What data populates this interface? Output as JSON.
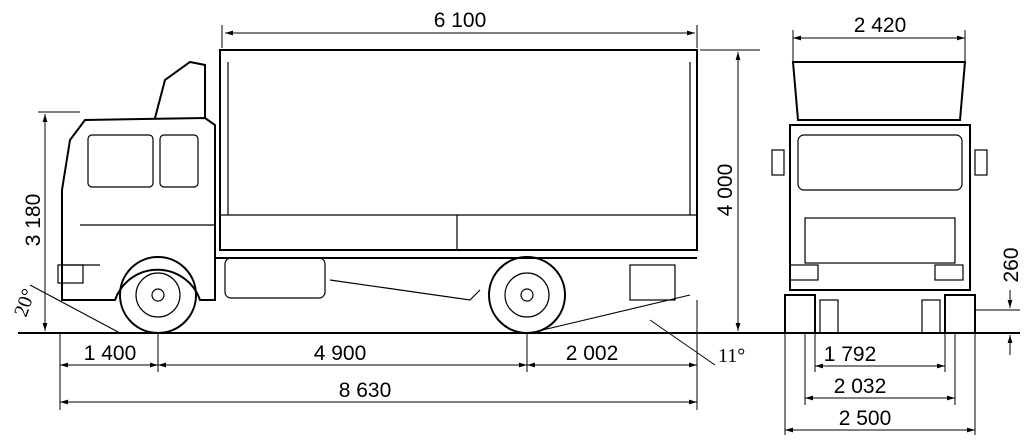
{
  "side_view": {
    "overall_body_length": "6 100",
    "overall_height": "4 000",
    "cab_height": "3 180",
    "approach_angle": "20°",
    "front_overhang": "1 400",
    "wheelbase": "4 900",
    "rear_overhang": "2 002",
    "departure_angle": "11°",
    "overall_length": "8 630"
  },
  "front_view": {
    "body_width": "2 420",
    "ground_clearance": "260",
    "front_track": "1 792",
    "rear_track": "2 032",
    "overall_width": "2 500"
  }
}
